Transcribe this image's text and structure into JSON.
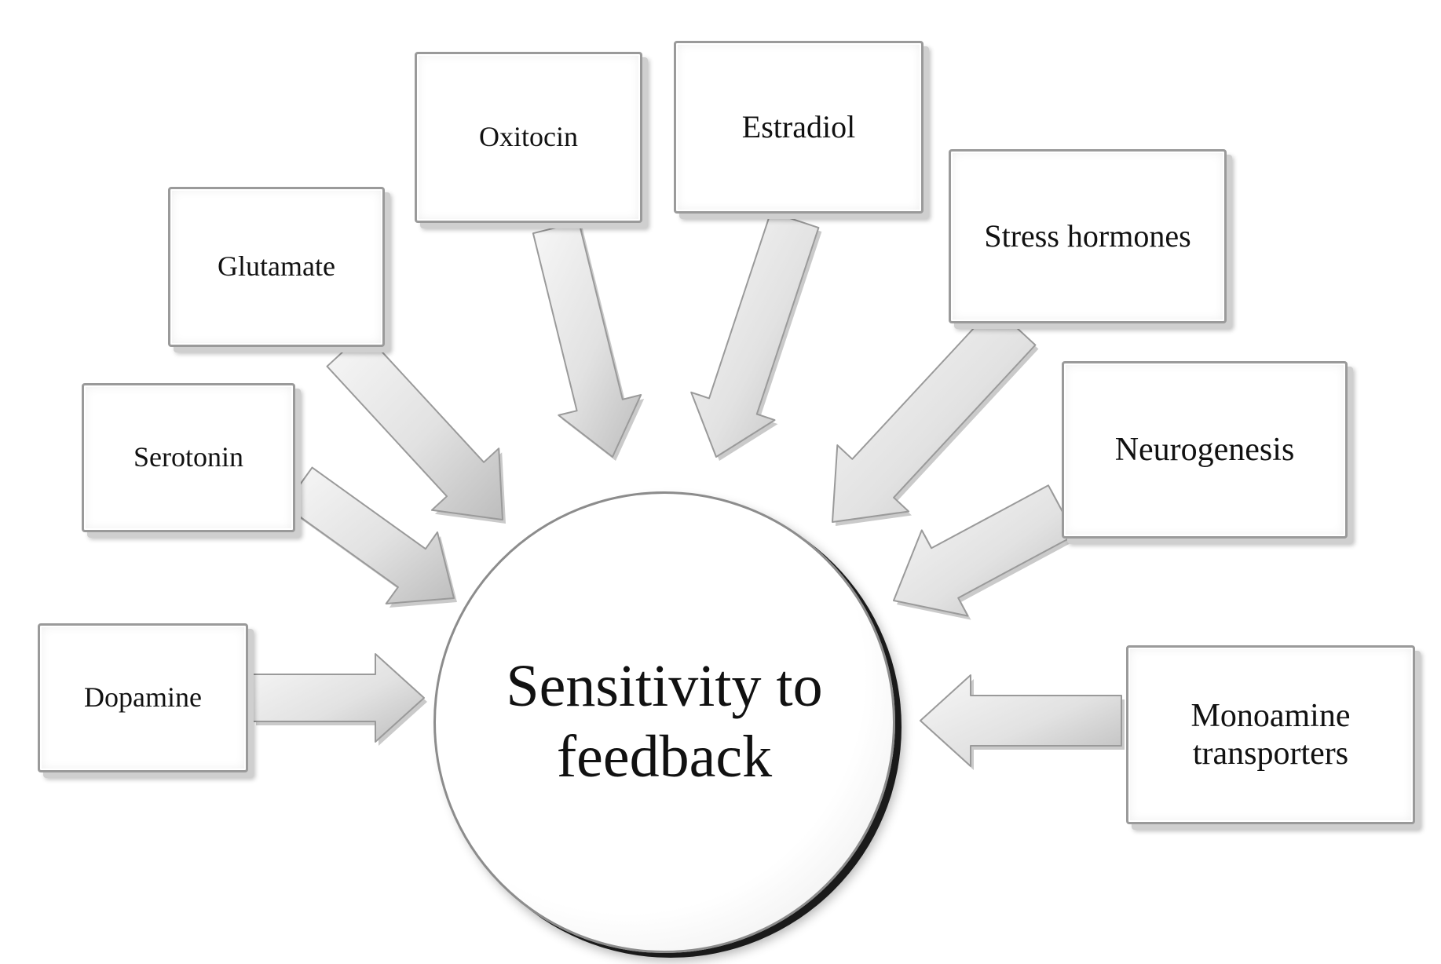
{
  "center": {
    "label": "Sensitivity to feedback"
  },
  "factors": [
    {
      "id": "dopamine",
      "label": "Dopamine"
    },
    {
      "id": "serotonin",
      "label": "Serotonin"
    },
    {
      "id": "glutamate",
      "label": "Glutamate"
    },
    {
      "id": "oxitocin",
      "label": "Oxitocin"
    },
    {
      "id": "estradiol",
      "label": "Estradiol"
    },
    {
      "id": "stress-hormones",
      "label": "Stress hormones"
    },
    {
      "id": "neurogenesis",
      "label": "Neurogenesis"
    },
    {
      "id": "monoamine-transporters",
      "label": "Monoamine transporters"
    }
  ],
  "colors": {
    "arrow_fill_light": "#f6f6f6",
    "arrow_fill_dark": "#c4c4c4",
    "arrow_stroke": "#9a9a9a",
    "box_border": "#9a9a9a"
  }
}
